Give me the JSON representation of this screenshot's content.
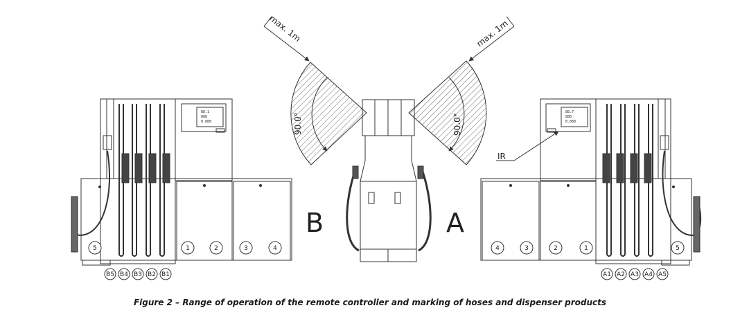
{
  "labels": {
    "side_b": "B",
    "side_a": "A",
    "range_left": "max. 1m",
    "range_right": "max. 1m",
    "angle_left": "90.0°",
    "angle_right": "90.0°",
    "ir": "IR"
  },
  "left_dispenser": {
    "products": [
      "5",
      "1",
      "2",
      "3",
      "4"
    ],
    "hoses": [
      "B5",
      "B4",
      "B3",
      "B2",
      "B1"
    ],
    "display": [
      "88.1",
      "888",
      "8.888"
    ]
  },
  "right_dispenser": {
    "products": [
      "4",
      "3",
      "2",
      "1",
      "5"
    ],
    "hoses": [
      "A1",
      "A2",
      "A3",
      "A4",
      "A5"
    ],
    "display": [
      "88.7",
      "888",
      "8.888"
    ]
  },
  "caption": "Figure 2 – Range of operation of the remote controller and marking of hoses and dispenser products"
}
